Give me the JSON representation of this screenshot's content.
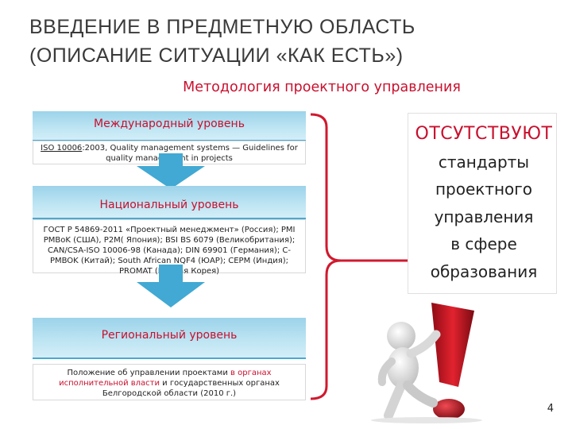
{
  "slide": {
    "title_line1": "ВВЕДЕНИЕ В ПРЕДМЕТНУЮ ОБЛАСТЬ",
    "title_line2": "(ОПИСАНИЕ СИТУАЦИИ «КАК ЕСТЬ»)",
    "subtitle": "Методология проектного управления",
    "page_number": "4"
  },
  "levels": [
    {
      "heading": "Международный уровень",
      "body_underlined": "ISO 10006",
      "body_rest": ":2003, Quality management systems — Guidelines for quality management in projects"
    },
    {
      "heading": "Национальный уровень",
      "body": "ГОСТ Р 54869-2011 «Проектный менеджмент» (Россия); PMI PMBoK (США), P2M( Япония); BSI BS 6079 (Великобритания);  CAN/CSA-ISO 10006-98 (Канада); DIN 69901 (Германия); C-PMBOK (Китай); South African NQF4 (ЮАР); CEPM (Индия); PROMAT (Южная Корея)"
    },
    {
      "heading": "Региональный уровень",
      "body_part1": "Положение об управлении проектами ",
      "body_highlight": "в органах исполнительной власти",
      "body_part2": " и государственных органах Белгородской области (2010 г.)"
    }
  ],
  "callout": {
    "headline": "ОТСУТСТВУЮТ",
    "line1": "стандарты",
    "line2": "проектного",
    "line3": "управления",
    "line4": "в сфере",
    "line5": "образования"
  },
  "colors": {
    "accent_red": "#c8102e",
    "band_blue": "#9cd3ea",
    "arrow_blue": "#41a9d3",
    "title_gray": "#3a3a3a"
  },
  "icons": [
    "exclamation-figure-illustration",
    "down-arrow-icon",
    "bracket-connector"
  ]
}
